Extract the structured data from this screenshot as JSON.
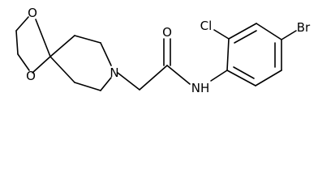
{
  "structure": {
    "atom_labels": {
      "ring_oxygen_top": "O",
      "ring_oxygen_bottom": "O",
      "piperidine_nitrogen": "N",
      "carbonyl_oxygen": "O",
      "amide_nitrogen": "NH",
      "chlorine": "Cl",
      "bromine": "Br"
    }
  }
}
